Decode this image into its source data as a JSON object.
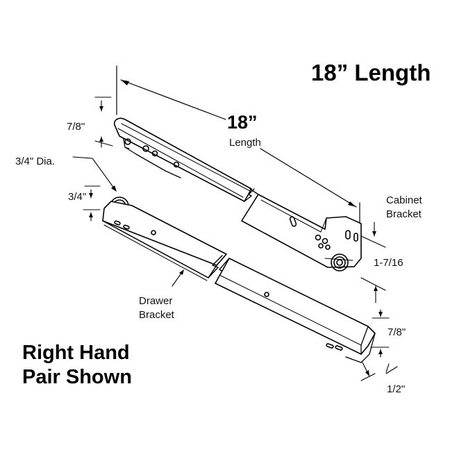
{
  "title": "18” Length",
  "length": {
    "value": "18”",
    "label": "Length"
  },
  "dimensions": {
    "cabinet_top_height": "7/8\"",
    "wheel_diameter": "3/4\" Dia.",
    "wheel_height": "3/4\"",
    "cabinet_bottom_height": "1-7/16",
    "drawer_height": "7/8\"",
    "drawer_width": "1/2\""
  },
  "parts": {
    "cabinet_bracket": "Cabinet\nBracket",
    "drawer_bracket": "Drawer\nBracket"
  },
  "note": "Right Hand\nPair Shown"
}
